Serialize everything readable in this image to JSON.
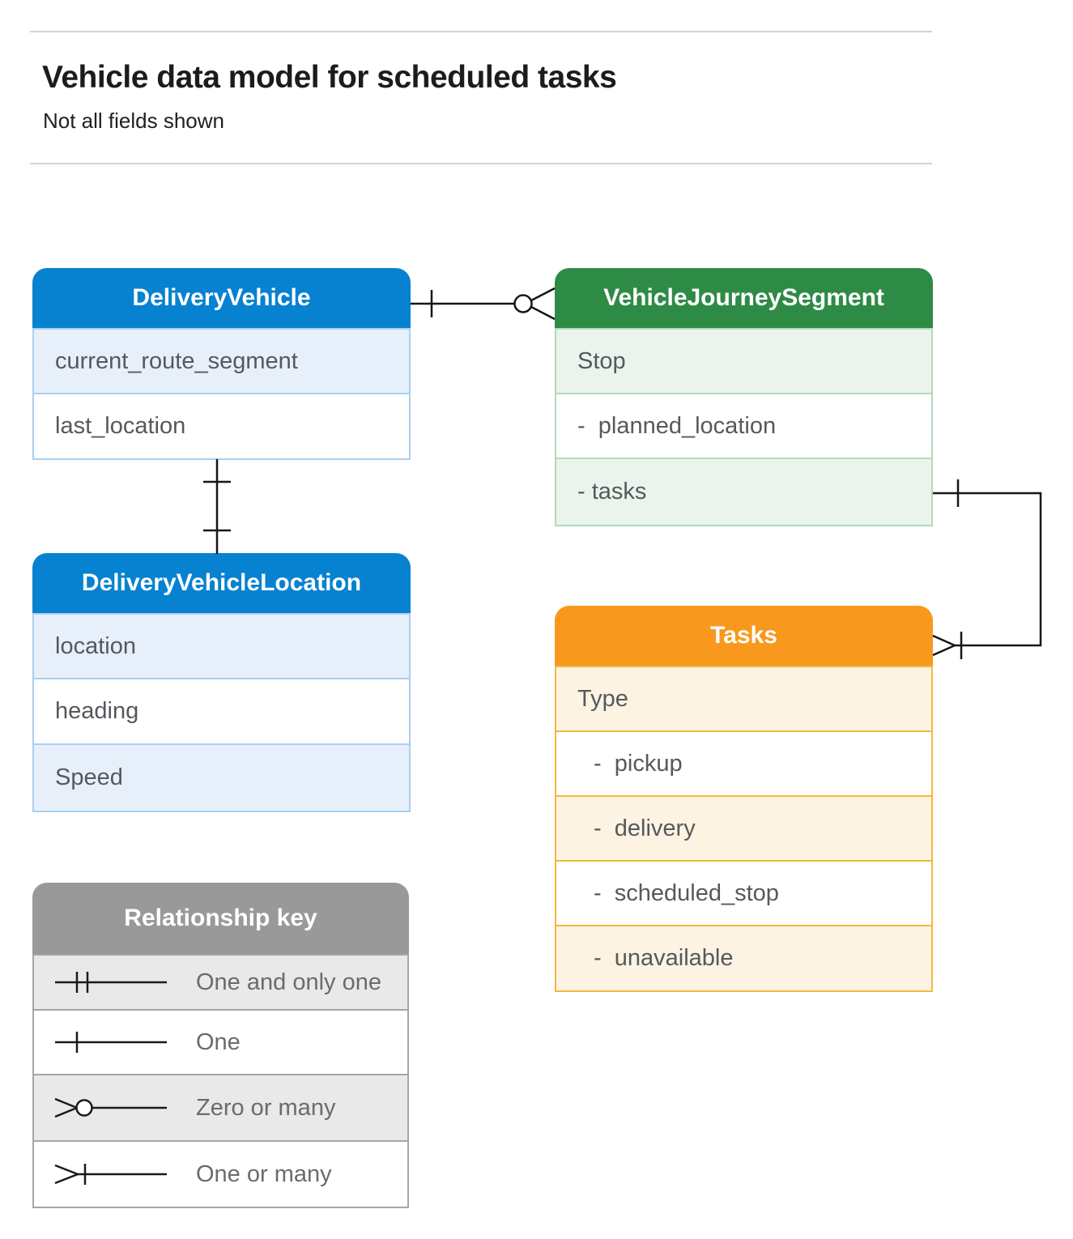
{
  "page": {
    "title": "Vehicle data model for scheduled tasks",
    "subtitle": "Not all fields shown"
  },
  "colors": {
    "blue_header": "#0682d0",
    "green_header": "#2e8b46",
    "orange_header": "#f8991d",
    "gray_header": "#999999",
    "blue_tint": "#e7f0fa",
    "green_tint": "#eaf4ed",
    "orange_tint": "#fdf3e2",
    "gray_tint": "#e9e9e9"
  },
  "entities": [
    {
      "name": "DeliveryVehicle",
      "fields": [
        {
          "label": "current_route_segment"
        },
        {
          "label": "last_location"
        }
      ]
    },
    {
      "name": "VehicleJourneySegment",
      "fields": [
        {
          "label": "Stop"
        },
        {
          "label": "-  planned_location"
        },
        {
          "label": "- tasks"
        }
      ]
    },
    {
      "name": "DeliveryVehicleLocation",
      "fields": [
        {
          "label": "location"
        },
        {
          "label": "heading"
        },
        {
          "label": "Speed"
        }
      ]
    },
    {
      "name": "Tasks",
      "fields": [
        {
          "label": "Type"
        },
        {
          "label": "-  pickup"
        },
        {
          "label": "-  delivery"
        },
        {
          "label": "-  scheduled_stop"
        },
        {
          "label": "-  unavailable"
        }
      ]
    }
  ],
  "legend": {
    "title": "Relationship key",
    "items": [
      {
        "symbol": "one-and-only-one",
        "label": "One and only one"
      },
      {
        "symbol": "one",
        "label": "One"
      },
      {
        "symbol": "zero-or-many",
        "label": "Zero or many"
      },
      {
        "symbol": "one-or-many",
        "label": "One or many"
      }
    ]
  }
}
